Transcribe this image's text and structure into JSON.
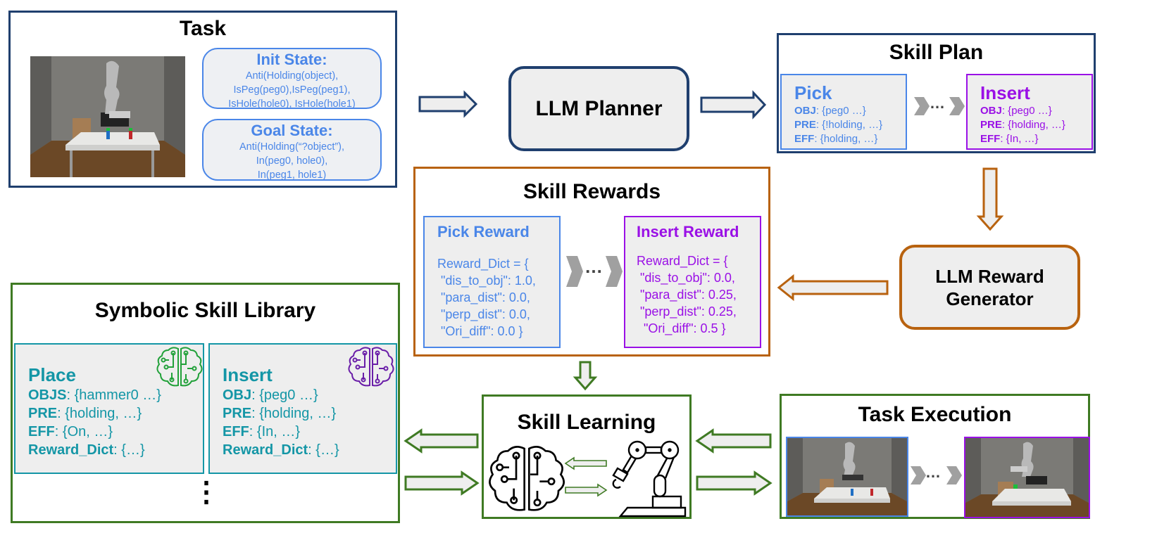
{
  "task": {
    "title": "Task",
    "init_state": {
      "heading": "Init State:",
      "lines": [
        "Anti(Holding(object),",
        "IsPeg(peg0),IsPeg(peg1),",
        "IsHole(hole0), IsHole(hole1)"
      ]
    },
    "goal_state": {
      "heading": "Goal State:",
      "lines": [
        "Anti(Holding(“?object”),",
        "In(peg0, hole0),",
        "In(peg1, hole1)"
      ]
    }
  },
  "llm_planner": {
    "label": "LLM Planner"
  },
  "skill_plan": {
    "title": "Skill Plan",
    "ellipsis": "…",
    "skills": [
      {
        "name": "Pick",
        "rows": [
          {
            "key": "OBJ",
            "val": ": {peg0 …}"
          },
          {
            "key": "PRE",
            "val": ": {!holding, …}"
          },
          {
            "key": "EFF",
            "val": ": {holding, …}"
          }
        ]
      },
      {
        "name": "Insert",
        "rows": [
          {
            "key": "OBJ",
            "val": ": {peg0 …}"
          },
          {
            "key": "PRE",
            "val": ": {holding, …}"
          },
          {
            "key": "EFF",
            "val": ": {In, …}"
          }
        ]
      }
    ]
  },
  "llm_reward_generator": {
    "line1": "LLM Reward",
    "line2": "Generator"
  },
  "skill_rewards": {
    "title": "Skill Rewards",
    "ellipsis": "…",
    "rewards": [
      {
        "name": "Pick Reward",
        "lines": [
          "Reward_Dict = {",
          " \"dis_to_obj\": 1.0,",
          " \"para_dist\": 0.0,",
          " \"perp_dist\": 0.0,",
          " \"Ori_diff\": 0.0 }"
        ]
      },
      {
        "name": "Insert Reward",
        "lines": [
          "Reward_Dict = {",
          " \"dis_to_obj\": 0.0,",
          " \"para_dist\": 0.25,",
          " \"perp_dist\": 0.25,",
          "  \"Ori_diff\": 0.5 }"
        ]
      }
    ]
  },
  "library": {
    "title": "Symbolic Skill Library",
    "more": "⋮",
    "skills": [
      {
        "name": "Place",
        "icon": "brain-circuit-icon",
        "rows": [
          {
            "key": "OBJS",
            "val": ": {hammer0 …}"
          },
          {
            "key": "PRE",
            "val": ": {holding, …}"
          },
          {
            "key": "EFF",
            "val": ": {On, …}"
          },
          {
            "key": "Reward_Dict",
            "val": ": {…}"
          }
        ]
      },
      {
        "name": "Insert",
        "icon": "brain-circuit-icon",
        "rows": [
          {
            "key": "OBJ",
            "val": ": {peg0 …}"
          },
          {
            "key": "PRE",
            "val": ": {holding, …}"
          },
          {
            "key": "EFF",
            "val": ": {In, …}"
          },
          {
            "key": "Reward_Dict",
            "val": ": {…}"
          }
        ]
      }
    ]
  },
  "skill_learning": {
    "title": "Skill Learning"
  },
  "task_execution": {
    "title": "Task Execution",
    "ellipsis": "…"
  },
  "colors": {
    "navy": "#1f3f6e",
    "orange": "#b8620f",
    "green": "#3f7a23",
    "blue": "#4a86e8",
    "purple": "#9a10e6",
    "teal": "#1496a6",
    "box_fill": "#eeeeee"
  }
}
